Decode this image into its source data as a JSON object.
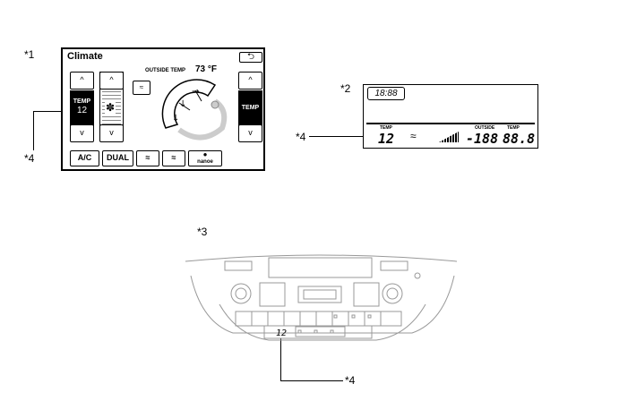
{
  "callouts": {
    "c1": "*1",
    "c2": "*2",
    "c3": "*3",
    "c4a": "*4",
    "c4b": "*4",
    "c4c": "*4"
  },
  "screen": {
    "title": "Climate",
    "back_icon": "return-arrow",
    "outside_label": "OUTSIDE TEMP",
    "outside_value": "73 °F",
    "left_temp_label": "TEMP",
    "left_temp_value": "12",
    "right_temp_label": "TEMP",
    "up_glyph": "^",
    "down_glyph": "v",
    "buttons": {
      "ac": "A/C",
      "dual": "DUAL",
      "nanoe": "nanoe"
    }
  },
  "lcd": {
    "clock": "18:88",
    "temp_label": "TEMP",
    "temp_value": "12",
    "outside_label": "OUTSIDE",
    "outside_value": "-188",
    "right_temp_label": "TEMP",
    "right_temp_value": "88.8"
  },
  "dash": {
    "temp_display": "12"
  }
}
